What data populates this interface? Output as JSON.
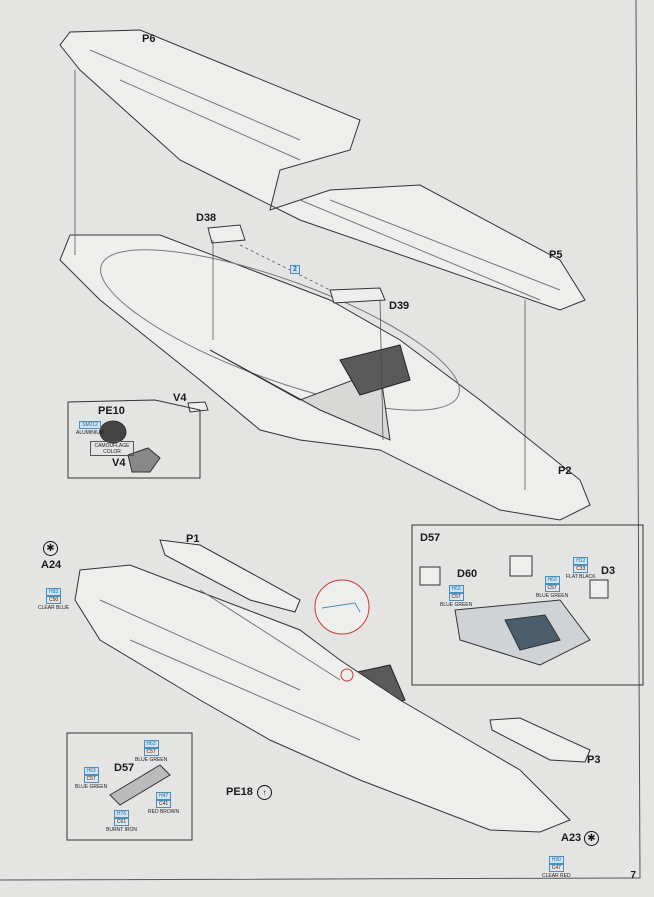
{
  "page_number": "7",
  "parts": {
    "P6": "P6",
    "P5": "P5",
    "P2": "P2",
    "P1": "P1",
    "P3": "P3",
    "D38": "D38",
    "D39": "D39",
    "V4": "V4",
    "V4b": "V4",
    "PE10": "PE10",
    "D57": "D57",
    "D60": "D60",
    "D3": "D3",
    "D57b": "D57",
    "A24": "A24",
    "A23": "A23",
    "PE18": "PE18"
  },
  "step_ref": "2",
  "colors": {
    "aluminium": {
      "code": "SM212",
      "name": "ALUMINIUM"
    },
    "camo": {
      "name": "CAMOUFLAGE COLOR"
    },
    "blue_green_a": {
      "h": "H63",
      "c": "C57",
      "name": "BLUE GREEN"
    },
    "blue_green_b": {
      "h": "H63",
      "c": "C57",
      "name": "BLUE GREEN"
    },
    "flat_black": {
      "h": "H12",
      "c": "C33",
      "name": "FLAT BLACK"
    },
    "clear_blue": {
      "h": "H93",
      "c": "C50",
      "name": "CLEAR BLUE"
    },
    "clear_red": {
      "h": "H90",
      "c": "C47",
      "name": "CLEAR RED"
    },
    "d57_blue_green_1": {
      "h": "H63",
      "c": "C57",
      "name": "BLUE GREEN"
    },
    "d57_blue_green_2": {
      "h": "H63",
      "c": "C57",
      "name": "BLUE GREEN"
    },
    "red_brown": {
      "h": "H47",
      "c": "C41",
      "name": "RED BROWN"
    },
    "burnt_iron": {
      "h": "H76",
      "c": "C61",
      "name": "BURNT IRON"
    }
  },
  "accent_blue": "#4a8fc0",
  "accent_red": "#c83a3a"
}
